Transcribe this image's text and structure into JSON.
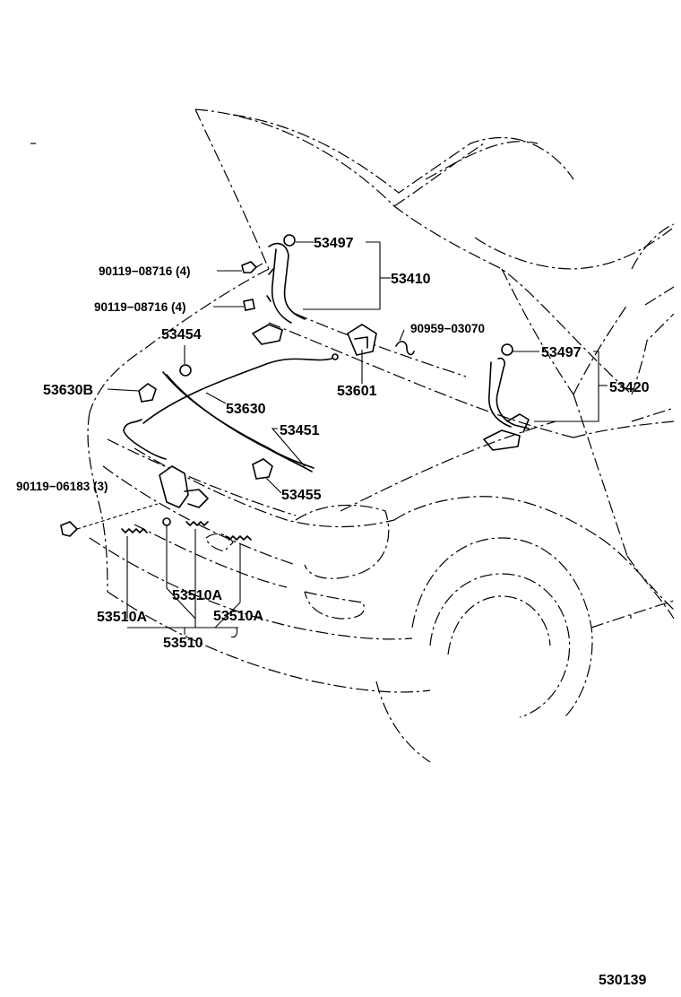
{
  "diagram": {
    "code": "530139",
    "labels": {
      "p53497_upper": "53497",
      "p53410": "53410",
      "p90119_08716_a": "90119−08716 (4)",
      "p90119_08716_b": "90119−08716 (4)",
      "p90959_03070": "90959−03070",
      "p53454": "53454",
      "p53497_right": "53497",
      "p53420": "53420",
      "p53630B": "53630B",
      "p53630": "53630",
      "p53601": "53601",
      "p53451": "53451",
      "p90119_06183": "90119−06183 (3)",
      "p53455": "53455",
      "p53510A_mid": "53510A",
      "p53510A_left": "53510A",
      "p53510A_right": "53510A",
      "p53510": "53510"
    }
  }
}
